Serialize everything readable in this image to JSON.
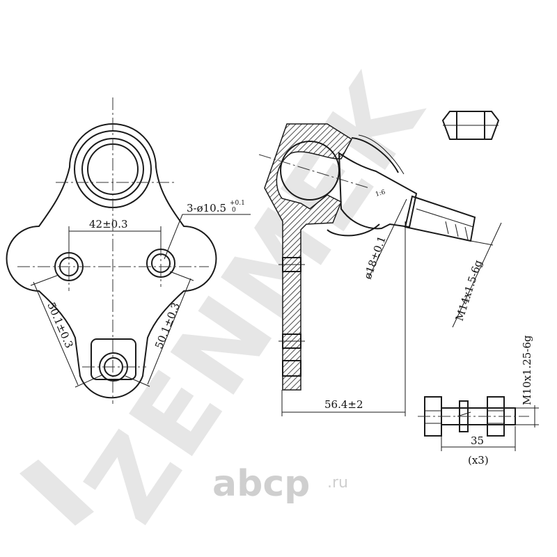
{
  "watermark": {
    "text": "ZENMEK"
  },
  "brand_logo": {
    "text": "abcp",
    "suffix": ".ru"
  },
  "dimensions": {
    "hole_spacing": "42±0.3",
    "hole_spec_base": "3-ø10.5",
    "hole_spec_tol_upper": "+0.1",
    "hole_spec_tol_lower": "0",
    "left_span": "50.1±0.3",
    "right_span": "50.1±0.3",
    "stud_diameter": "ø18±0.1",
    "taper": "1:6",
    "stud_thread": "M14x1.5-6g",
    "arm_length": "56.4±2",
    "bolt_thread": "M10x1.25-6g",
    "bolt_length": "35",
    "bolt_qty": "(x3)"
  }
}
